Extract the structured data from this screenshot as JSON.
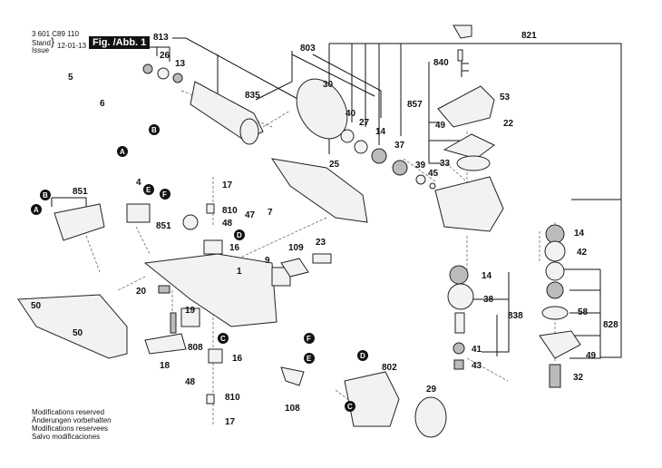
{
  "header": {
    "part_number": "3 601 C89 110",
    "stand_label": "Stand",
    "issue_label": "Issue",
    "date": "12-01-13",
    "figure_label": "Fig. /Abb. 1"
  },
  "notes": [
    "Modifications reserved",
    "Änderungen vorbehalten",
    "Modifications reservees",
    "Salvo modificaciones"
  ],
  "labels": {
    "l813": "813",
    "l26": "26",
    "l13": "13",
    "l835": "835",
    "l803": "803",
    "l30": "30",
    "l40": "40",
    "l27": "27",
    "l14a": "14",
    "l37": "37",
    "l821": "821",
    "l840": "840",
    "l857": "857",
    "l53": "53",
    "l49a": "49",
    "l22": "22",
    "l33": "33",
    "l39": "39",
    "l45": "45",
    "l5": "5",
    "l6": "6",
    "l851a": "851",
    "l4": "4",
    "l851b": "851",
    "l17a": "17",
    "l810a": "810",
    "l48a": "48",
    "l16a": "16",
    "l47": "47",
    "l7": "7",
    "l25": "25",
    "l109": "109",
    "l23": "23",
    "l9": "9",
    "l1": "1",
    "l20": "20",
    "l19": "19",
    "l808": "808",
    "l18": "18",
    "l50a": "50",
    "l50b": "50",
    "l16b": "16",
    "l48b": "48",
    "l810b": "810",
    "l17b": "17",
    "l108": "108",
    "l802": "802",
    "l29": "29",
    "l14b": "14",
    "l42": "42",
    "l14c": "14",
    "l38": "38",
    "l838": "838",
    "l58": "58",
    "l828": "828",
    "l41": "41",
    "l49b": "49",
    "l43": "43",
    "l32": "32"
  },
  "connectors": {
    "A": "A",
    "B": "B",
    "C": "C",
    "D": "D",
    "E": "E",
    "F": "F"
  }
}
